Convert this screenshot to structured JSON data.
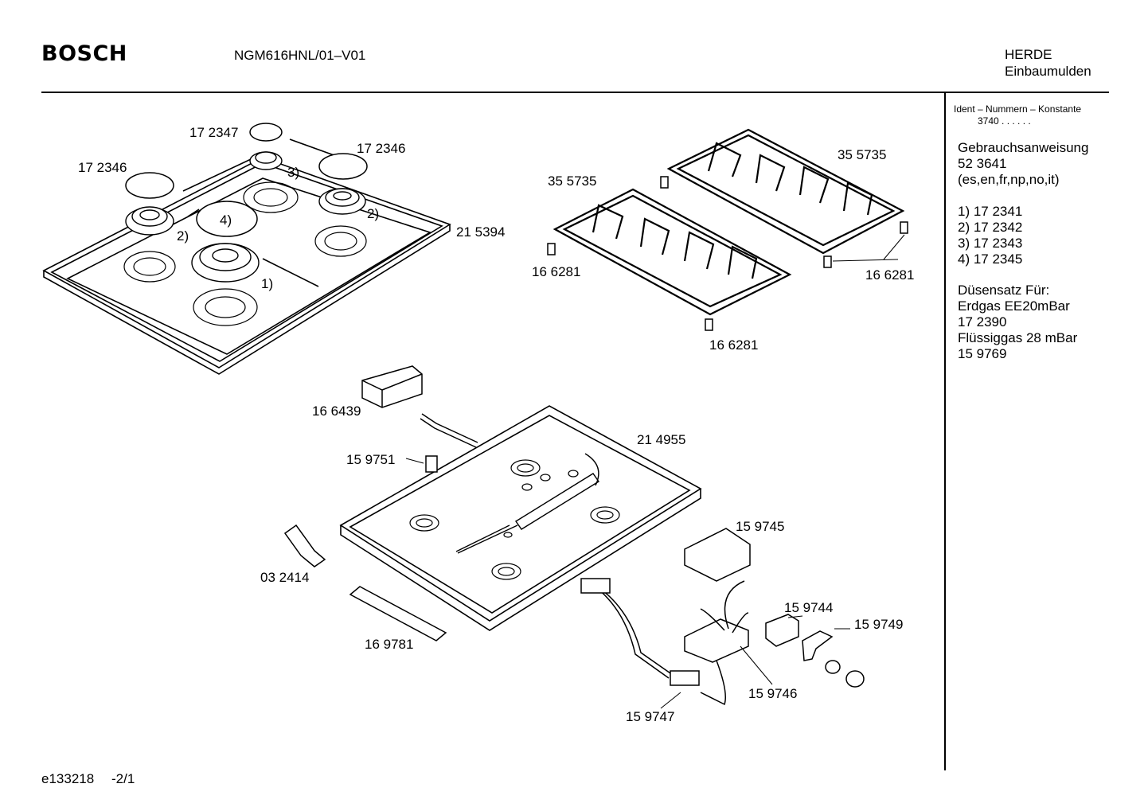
{
  "header": {
    "brand": "BOSCH",
    "model": "NGM616HNL/01–V01",
    "category_1": "HERDE",
    "category_2": "Einbaumulden"
  },
  "sidebar": {
    "ident_title": "Ident – Nummern – Konstante",
    "ident_value": "3740 . . . . . .",
    "manual_title": "Gebrauchsanweisung",
    "manual_number": "52 3641",
    "manual_langs": "(es,en,fr,np,no,it)",
    "burners": [
      "1) 17 2341",
      "2) 17 2342",
      "3) 17 2343",
      "4) 17 2345"
    ],
    "nozzle_title": "Düsensatz Für:",
    "gas1": "Erdgas EE20mBar",
    "gas1_number": "17 2390",
    "gas2": "Flüssiggas 28 mBar",
    "gas2_number": "15 9769"
  },
  "footer": {
    "doc_id": "e133218",
    "page": "-2/1"
  },
  "parts": {
    "p172347": "17 2347",
    "p172346a": "17 2346",
    "p172346b": "17 2346",
    "p215394": "21 5394",
    "p355735a": "35 5735",
    "p355735b": "35 5735",
    "p166281a": "16 6281",
    "p166281b": "16 6281",
    "p166281c": "16 6281",
    "p166439": "16 6439",
    "p214955": "21 4955",
    "p159751": "15 9751",
    "p159745": "15 9745",
    "p032414": "03 2414",
    "p159744": "15 9744",
    "p159749": "15 9749",
    "p169781": "16 9781",
    "p159746": "15 9746",
    "p159747": "15 9747"
  },
  "markers": {
    "m1": "1)",
    "m2a": "2)",
    "m2b": "2)",
    "m3": "3)",
    "m4": "4)"
  }
}
